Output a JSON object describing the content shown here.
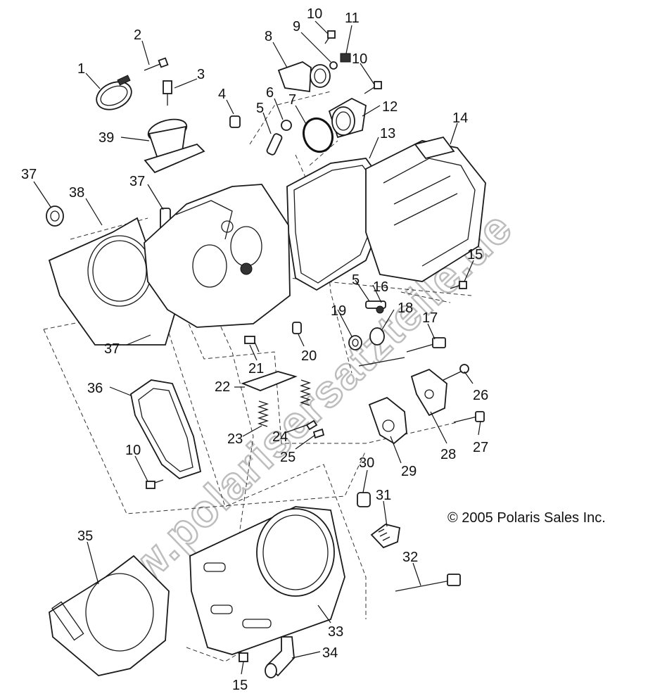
{
  "copyright": "© 2005 Polaris Sales Inc.",
  "watermark": "www.polarisersatzteile.de",
  "callouts": [
    "1",
    "2",
    "3",
    "4",
    "5",
    "6",
    "7",
    "8",
    "9",
    "10",
    "10",
    "11",
    "12",
    "13",
    "14",
    "15",
    "5",
    "16",
    "17",
    "18",
    "19",
    "20",
    "21",
    "22",
    "23",
    "24",
    "25",
    "26",
    "27",
    "28",
    "29",
    "30",
    "31",
    "32",
    "33",
    "34",
    "15",
    "35",
    "36",
    "10",
    "37",
    "37",
    "37",
    "38",
    "39"
  ]
}
